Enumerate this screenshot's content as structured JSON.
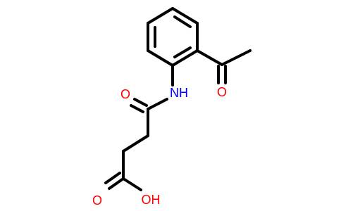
{
  "molecule": {
    "atoms": {
      "nh": "NH",
      "o_amide": "O",
      "o_ketone": "O",
      "o_acid": "O",
      "oh": "OH"
    },
    "colors": {
      "bond": "#000000",
      "oxygen": "#ff0000",
      "nitrogen": "#0000ff",
      "background": "#ffffff"
    }
  }
}
